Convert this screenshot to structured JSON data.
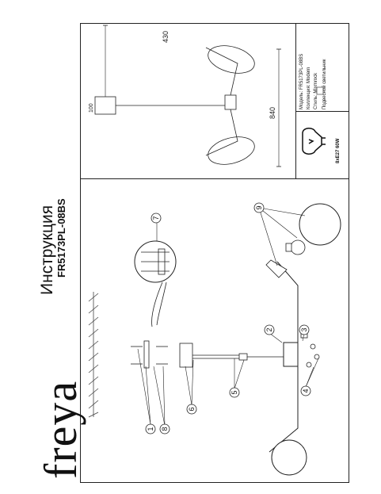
{
  "brand": "freya",
  "document": {
    "title": "Инструкция",
    "model_code": "FR5173PL-08BS"
  },
  "specs": {
    "model_label": "Модель:",
    "model_value": "FR5173PL-08BS",
    "collection_label": "Коллекция:",
    "collection_value": "Modern",
    "style_label": "Стиль:",
    "style_value": "Mixmrock",
    "type_value": "Подвесной светильник",
    "power": "8xE27 60W"
  },
  "dimensions": {
    "width": "430",
    "height": "840",
    "canopy": "100"
  },
  "callouts": [
    "1",
    "2",
    "3",
    "4",
    "5",
    "6",
    "7",
    "8",
    "9"
  ]
}
